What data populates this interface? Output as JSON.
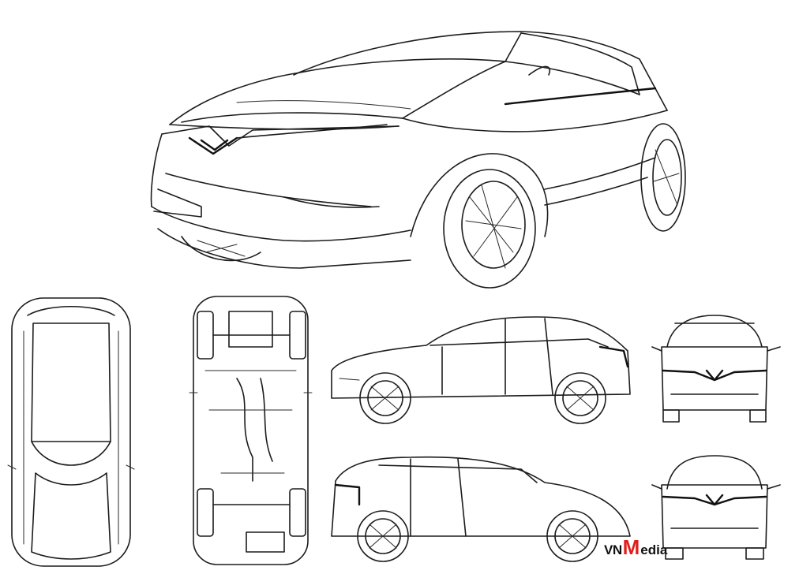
{
  "watermark": {
    "part_vn": "VN",
    "part_m": "M",
    "part_rest": "edia",
    "accent_color": "#e11d1d"
  },
  "views": [
    "three-quarter-front",
    "top",
    "underside",
    "side-left",
    "front",
    "side-right",
    "rear"
  ]
}
